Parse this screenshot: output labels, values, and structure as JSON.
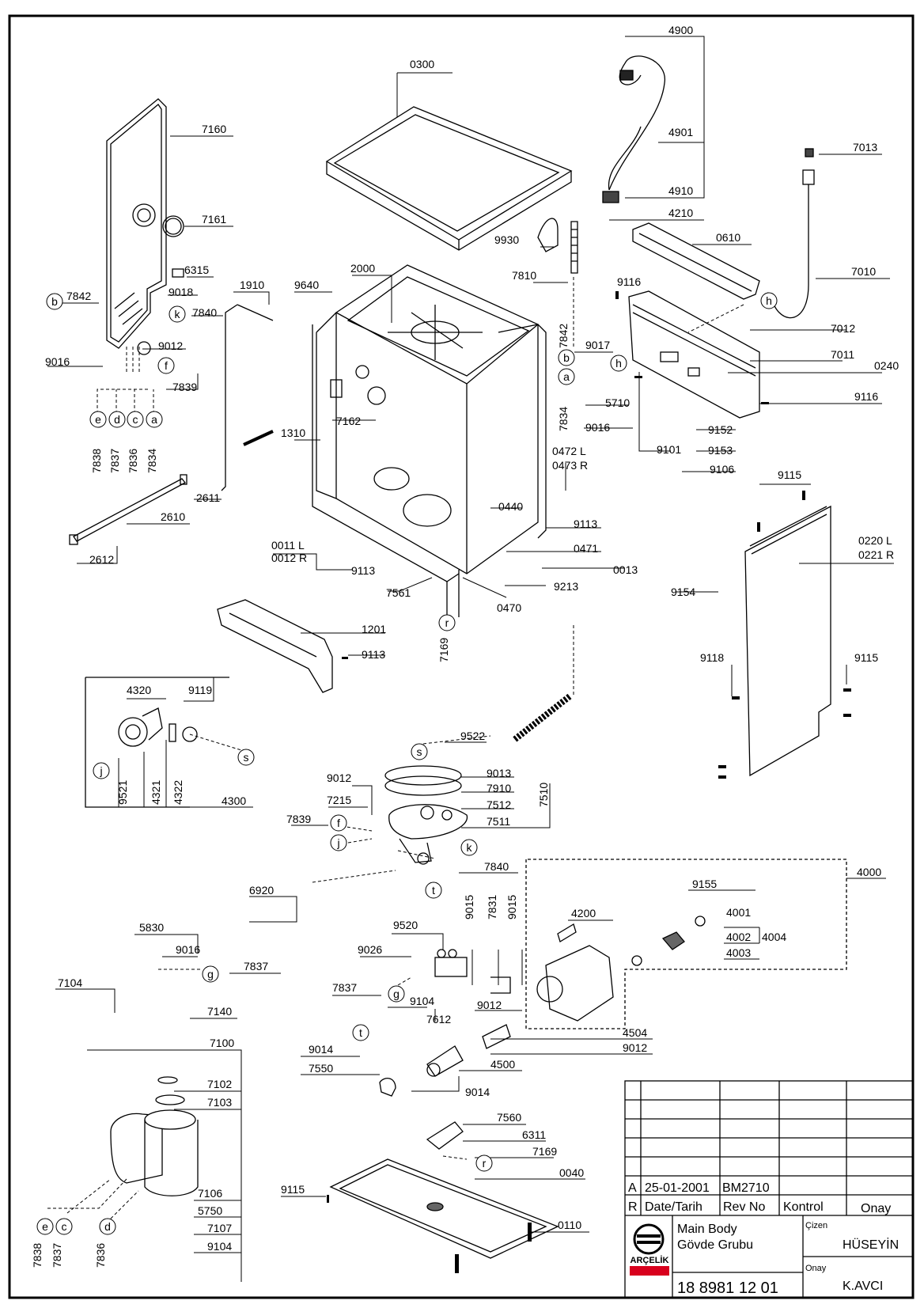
{
  "labels": {
    "p4900": "4900",
    "p0300": "0300",
    "p4901": "4901",
    "p7160": "7160",
    "p7013": "7013",
    "p4910": "4910",
    "p7161": "7161",
    "p4210": "4210",
    "p9930": "9930",
    "p0610": "0610",
    "p6315": "6315",
    "p7810": "7810",
    "p2000": "2000",
    "p7010": "7010",
    "p1910": "1910",
    "p9640": "9640",
    "p9116a": "9116",
    "p7842a": "7842",
    "p9018": "9018",
    "p7840a": "7840",
    "p7012": "7012",
    "p7842b": "7842",
    "p9012a": "9012",
    "p9017": "9017",
    "p7011": "7011",
    "p9016a": "9016",
    "p0240": "0240",
    "p7839a": "7839",
    "p5710": "5710",
    "p9116b": "9116",
    "p7162": "7162",
    "p9016b": "9016",
    "p9152": "9152",
    "p7834a": "7834",
    "p7838a": "7838",
    "p7837a": "7837",
    "p7836a": "7836",
    "p7834b": "7834",
    "p1310": "1310",
    "p9101": "9101",
    "p9153": "9153",
    "p0472": "0472 L",
    "p0473": "0473 R",
    "p9106": "9106",
    "p9115a": "9115",
    "p2611": "2611",
    "p0440": "0440",
    "p2610": "2610",
    "p9113a": "9113",
    "p0220": "0220 L",
    "p0221": "0221 R",
    "p0011": "0011 L",
    "p0012": "0012 R",
    "p0471": "0471",
    "p2612": "2612",
    "p9113b": "9113",
    "p0013": "0013",
    "p9154": "9154",
    "p9213": "9213",
    "p7561": "7561",
    "p0470": "0470",
    "p1201": "1201",
    "p7169a": "7169",
    "p9113c": "9113",
    "p9118": "9118",
    "p9115b": "9115",
    "p4320": "4320",
    "p9119": "9119",
    "p9522": "9522",
    "p9013": "9013",
    "p9012b": "9012",
    "p7910": "7910",
    "p9521": "9521",
    "p4321": "4321",
    "p4322": "4322",
    "p4300": "4300",
    "p7215": "7215",
    "p7512": "7512",
    "p7510": "7510",
    "p7839b": "7839",
    "p7511": "7511",
    "p7840b": "7840",
    "p4000": "4000",
    "p6920": "6920",
    "p9155": "9155",
    "p4200": "4200",
    "p4001": "4001",
    "p5830": "5830",
    "p9520": "9520",
    "p9015a": "9015",
    "p7831": "7831",
    "p9015b": "9015",
    "p4002": "4002",
    "p4004": "4004",
    "p4003": "4003",
    "p9026": "9026",
    "p9016c": "9016",
    "p7837b": "7837",
    "p7104": "7104",
    "p7837c": "7837",
    "p9104a": "9104",
    "p9012c": "9012",
    "p7140": "7140",
    "p7612": "7612",
    "p4504": "4504",
    "p7100": "7100",
    "p9014a": "9014",
    "p9012d": "9012",
    "p4500": "4500",
    "p7550": "7550",
    "p9014b": "9014",
    "p7102": "7102",
    "p7103": "7103",
    "p7560": "7560",
    "p6311": "6311",
    "p7169b": "7169",
    "p0040": "0040",
    "p9115c": "9115",
    "p7106": "7106",
    "p5750": "5750",
    "p7107": "7107",
    "p0110": "0110",
    "p9104b": "9104",
    "p7838b": "7838",
    "p7837d": "7837",
    "p7836b": "7836"
  },
  "connectors": {
    "b": "b",
    "k": "k",
    "f": "f",
    "e": "e",
    "d": "d",
    "c": "c",
    "a": "a",
    "h": "h",
    "r": "r",
    "s": "s",
    "j": "j",
    "t": "t",
    "g": "g"
  },
  "title_block": {
    "rev_a": "A",
    "rev_a_date": "25-01-2001",
    "rev_a_no": "BM2710",
    "header_r": "R",
    "header_date": "Date/Tarih",
    "header_revno": "Rev No",
    "header_kontrol": "Kontrol",
    "header_onay": "Onay",
    "brand": "ARÇELİK",
    "title_en": "Main Body",
    "title_tr": "Gövde Grubu",
    "cizen_label": "Çizen",
    "cizen_value": "HÜSEYİN",
    "onay_label": "Onay",
    "onay_value": "K.AVCI",
    "drawing_no": "18 8981 12 01"
  },
  "colors": {
    "line": "#000000",
    "background": "#ffffff",
    "brand_red": "#d8001d"
  }
}
